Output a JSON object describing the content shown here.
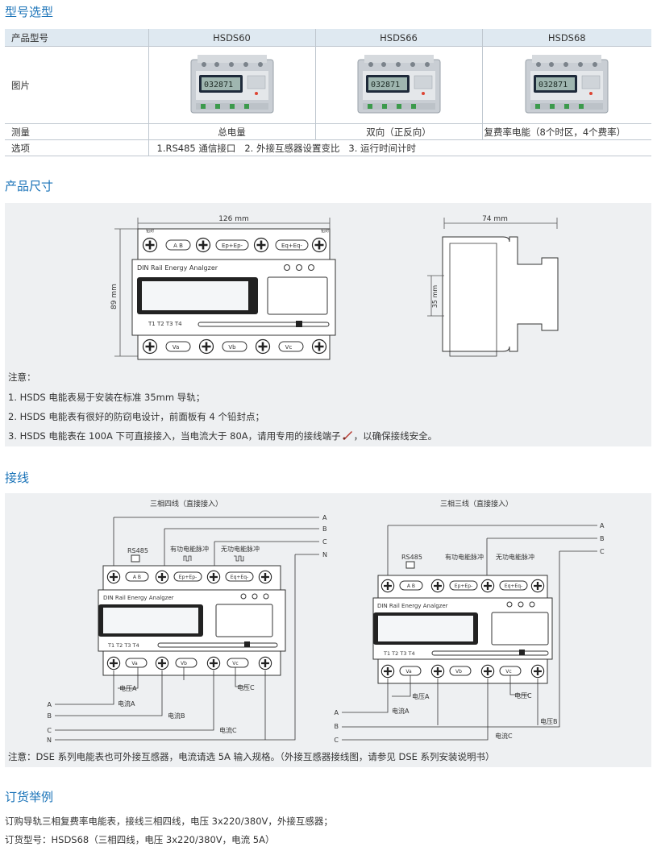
{
  "sections": {
    "model": "型号选型",
    "size": "产品尺寸",
    "wiring": "接线",
    "order": "订货举例"
  },
  "table": {
    "header_label": "产品型号",
    "models": [
      "HSDS60",
      "HSDS66",
      "HSDS68"
    ],
    "picture_label": "图片",
    "measure_label": "测量",
    "measure": [
      "总电量",
      "双向（正反向）",
      "复费率电能（8个时区，4个费率）"
    ],
    "options_label": "选项",
    "options": "1.RS485 通信接口   2. 外接互感器设置变比   3. 运行时间计时"
  },
  "dimensions": {
    "width": "126 mm",
    "height": "89 mm",
    "depth": "74 mm",
    "rail": "35 mm",
    "device_title": "DIN Rail Energy Analgzer",
    "tariffs": "T1  T2  T3  T4",
    "term_ab": "A  B",
    "term_ep": "Ep+Ep-",
    "term_eq": "Eq+Eq-",
    "term_va": "Va",
    "term_vb": "Vb",
    "term_vc": "Vc",
    "seal": "铅封"
  },
  "notes": {
    "title": "注意：",
    "items": [
      "1. HSDS 电能表易于安装在标准 35mm 导轨；",
      "2. HSDS 电能表有很好的防窃电设计，前面板有 4 个铅封点；",
      "3. HSDS 电能表在 100A 下可直接接入，当电流大于 80A，请用专用的接线端子",
      "，以确保接线安全。"
    ]
  },
  "wiring": {
    "left_title": "三相四线（直接接入）",
    "right_title": "三相三线（直接接入）",
    "phases": [
      "A",
      "B",
      "C",
      "N"
    ],
    "rs485": "RS485",
    "active_pulse": "有功电能脉冲",
    "reactive_pulse": "无功电能脉冲",
    "va": "电压A",
    "vb": "电压B",
    "vc": "电压C",
    "ia": "电流A",
    "ib": "电流B",
    "ic": "电流C",
    "note": "注意：DSE 系列电能表也可外接互感器，电流请选 5A 输入规格。（外接互感器接线图，请参见 DSE 系列安装说明书）"
  },
  "order": {
    "line1": "订购导轨三相复费率电能表，接线三相四线，电压 3x220/380V，外接互感器；",
    "line2": "订货型号：HSDS68（三相四线，电压 3x220/380V，电流 5A）"
  }
}
